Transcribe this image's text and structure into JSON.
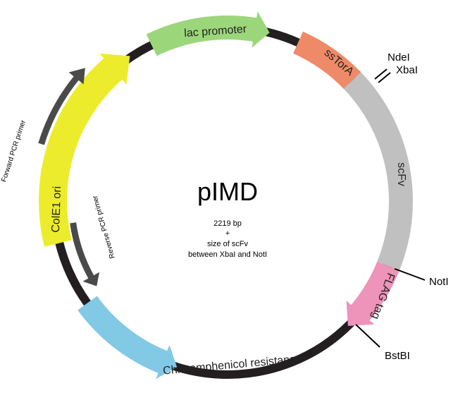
{
  "plasmid": {
    "name": "pIMD",
    "size_line": "2219 bp",
    "plus": "+",
    "extra_line_1": "size of scFv",
    "extra_line_2": "between XbaI and NotI"
  },
  "features": {
    "lac_promoter": {
      "label": "lac promoter",
      "color": "#9cd67a"
    },
    "sstora": {
      "label": "ssTorA",
      "color": "#ee8a68"
    },
    "scfv": {
      "label": "scFv",
      "color": "#c0c0c0"
    },
    "flag_tag": {
      "label": "FLAG tag",
      "color": "#ee93b9"
    },
    "chloramphenicol": {
      "label": "Chloramphenicol resistance",
      "color": "#82c9e6"
    },
    "cole1": {
      "label": "ColE1 ori",
      "color": "#ecec2c"
    }
  },
  "sites": {
    "ndei": "NdeI",
    "xbai": "XbaI",
    "noti": "NotI",
    "bstbi": "BstBI"
  },
  "primers": {
    "forward": "Forward PCR primer",
    "reverse": "Reverse PCR primer",
    "color": "#4a4a4a"
  },
  "backbone_color": "#231f20"
}
